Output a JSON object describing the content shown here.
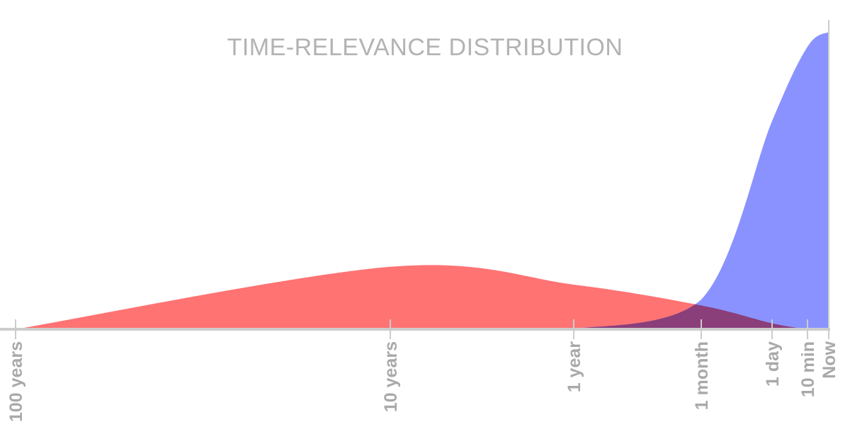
{
  "chart_data": {
    "type": "area",
    "title": "TIME-RELEVANCE DISTRIBUTION",
    "xlabel": "",
    "ylabel": "",
    "x_scale": "log",
    "grid": false,
    "legend": "none",
    "x_ticks": [
      "100 years",
      "10 years",
      "1 year",
      "1 month",
      "1 day",
      "10 min",
      "Now"
    ],
    "series": [
      {
        "color": "#ff7373",
        "x": [
          "100 years",
          "10 years",
          "1 year",
          "1 month",
          "1 day",
          "10 min"
        ],
        "values": [
          0.0,
          0.21,
          0.15,
          0.08,
          0.02,
          0.0
        ]
      },
      {
        "color": "#8a92ff",
        "x": [
          "1 year",
          "1 month",
          "1 day",
          "10 min",
          "Now"
        ],
        "values": [
          0.0,
          0.1,
          0.7,
          0.95,
          1.0
        ]
      }
    ],
    "overlap_color": "#8a3e7a",
    "axis_color": "#cccccc"
  }
}
